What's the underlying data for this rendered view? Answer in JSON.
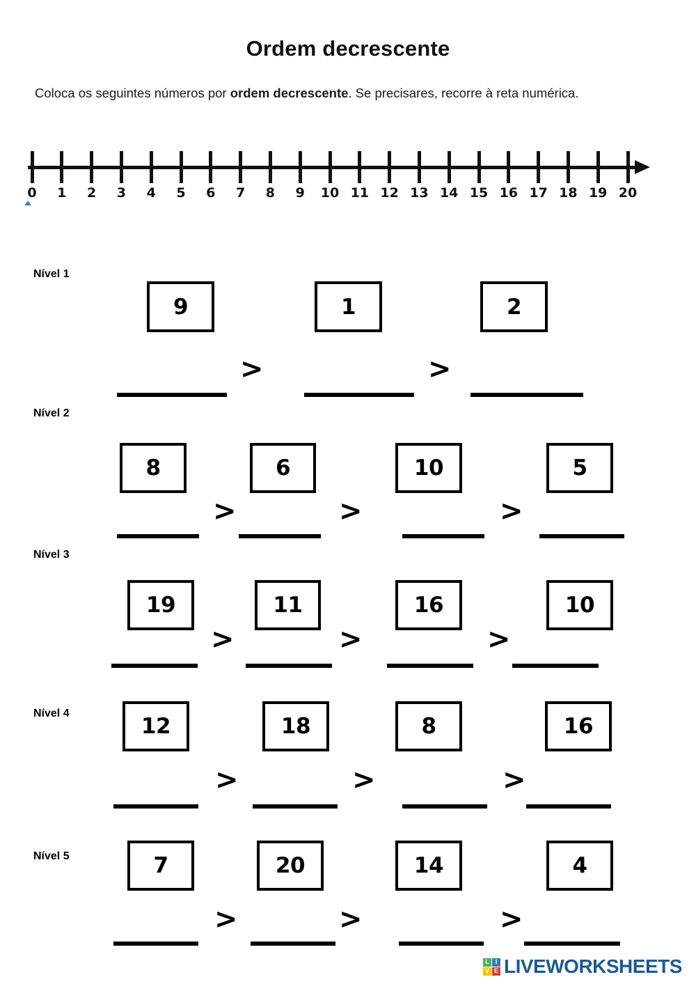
{
  "page": {
    "title": "Ordem decrescente",
    "instruction_prefix": "Coloca os seguintes números por ",
    "instruction_bold": "ordem decrescente",
    "instruction_suffix": ". Se precisares, recorre à reta numérica."
  },
  "numberline": {
    "name": "reta-numerica",
    "min": 0,
    "max": 20,
    "ticks": [
      "0",
      "1",
      "2",
      "3",
      "4",
      "5",
      "6",
      "7",
      "8",
      "9",
      "10",
      "11",
      "12",
      "13",
      "14",
      "15",
      "16",
      "17",
      "18",
      "19",
      "20"
    ],
    "marker_at": "0",
    "marker_color": "#4a7ebb",
    "arrow_direction": "right"
  },
  "operator": ">",
  "levels": [
    {
      "label": "Nível 1",
      "numbers": [
        "9",
        "1",
        "2"
      ],
      "answer_slots": 3,
      "operators": [
        ">",
        ">"
      ]
    },
    {
      "label": "Nível 2",
      "numbers": [
        "8",
        "6",
        "10",
        "5"
      ],
      "answer_slots": 4,
      "operators": [
        ">",
        ">",
        ">"
      ]
    },
    {
      "label": "Nível 3",
      "numbers": [
        "19",
        "11",
        "16",
        "10"
      ],
      "answer_slots": 4,
      "operators": [
        ">",
        ">",
        ">"
      ]
    },
    {
      "label": "Nível 4",
      "numbers": [
        "12",
        "18",
        "8",
        "16"
      ],
      "answer_slots": 4,
      "operators": [
        ">",
        ">",
        ">"
      ]
    },
    {
      "label": "Nível 5",
      "numbers": [
        "7",
        "20",
        "14",
        "4"
      ],
      "answer_slots": 4,
      "operators": [
        ">",
        ">",
        ">"
      ]
    }
  ],
  "footer": {
    "logo_tiles": [
      {
        "letter": "L",
        "color": "#4caf50"
      },
      {
        "letter": "I",
        "color": "#2f7fc1"
      },
      {
        "letter": "V",
        "color": "#f5c400"
      },
      {
        "letter": "E",
        "color": "#e03b2f"
      }
    ],
    "logo_text": "LIVEWORKSHEETS",
    "logo_text_color": "#1b5a96"
  }
}
